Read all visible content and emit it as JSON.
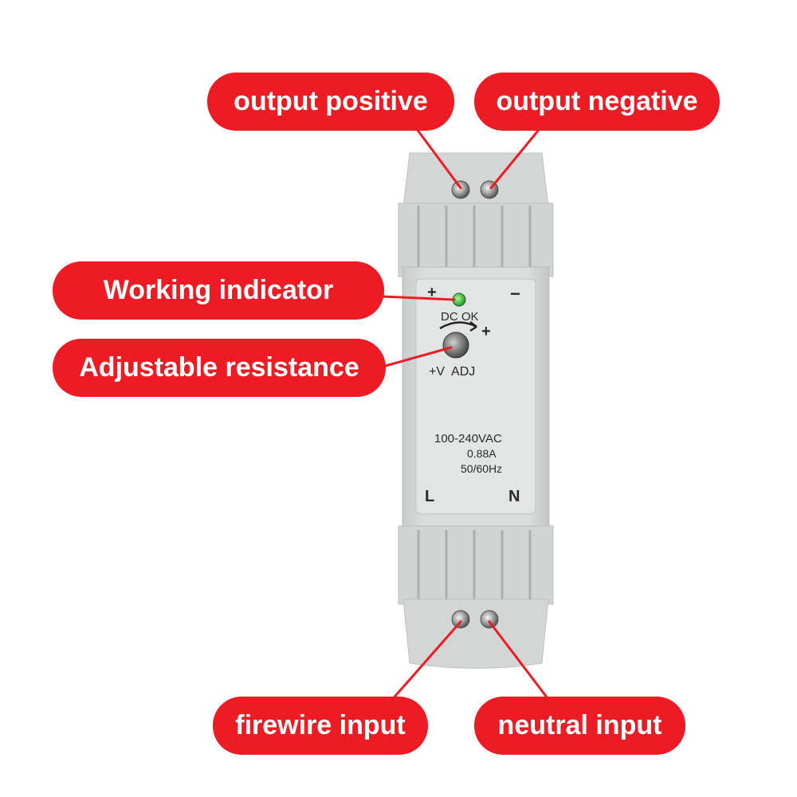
{
  "callouts": {
    "output_positive": "output positive",
    "output_negative": "output negative",
    "working_indicator": "Working indicator",
    "adjustable_resistance": "Adjustable resistance",
    "firewire_input": "firewire input",
    "neutral_input": "neutral input"
  },
  "device": {
    "terminal_plus": "+",
    "terminal_minus": "−",
    "dc_ok": "DC OK",
    "adj_plus": "+",
    "adj_label": "+V  ADJ",
    "spec_voltage": "100-240VAC",
    "spec_current": "0.88A",
    "spec_frequency": "50/60Hz",
    "terminal_l": "L",
    "terminal_n": "N"
  },
  "colors": {
    "callout_red": "#ed1c24",
    "housing": "#d8dada",
    "indicator_green": "#2ecc40"
  }
}
